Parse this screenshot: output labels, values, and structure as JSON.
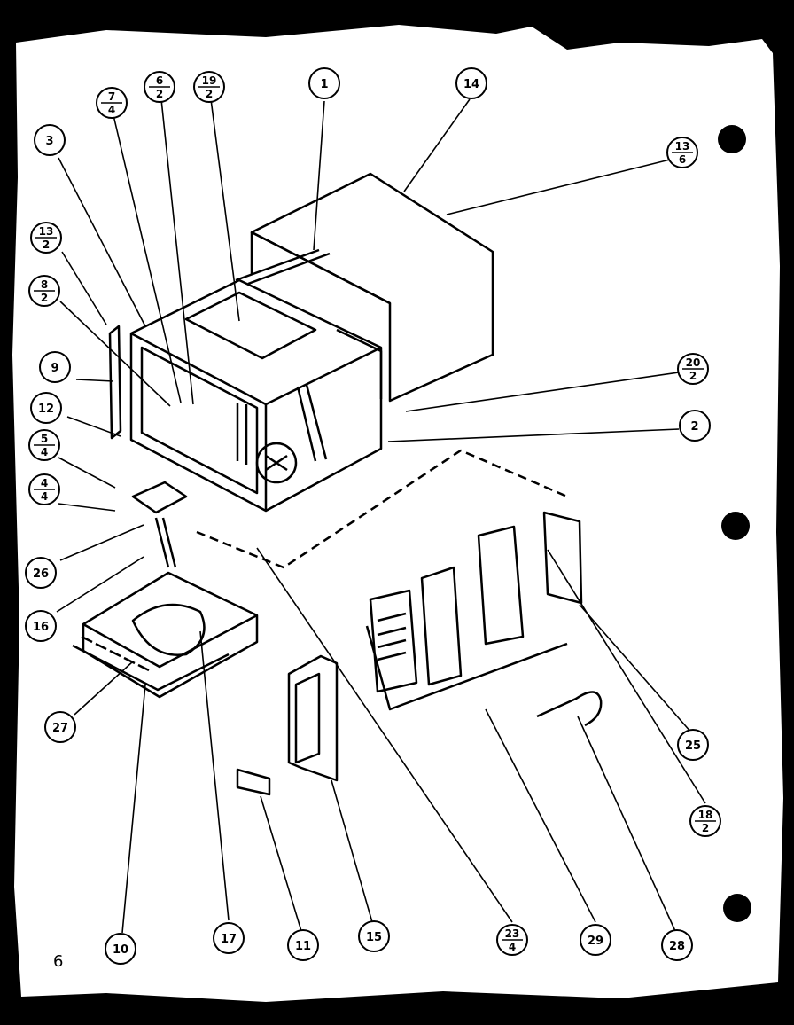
{
  "diagram": {
    "colors": {
      "paper": "#ffffff",
      "ink": "#000000"
    },
    "page_number": "6",
    "callouts": [
      {
        "id": "c1",
        "top": "1",
        "bottom": ""
      },
      {
        "id": "c14",
        "top": "14",
        "bottom": ""
      },
      {
        "id": "c3",
        "top": "3",
        "bottom": ""
      },
      {
        "id": "c7-4",
        "top": "7",
        "bottom": "4"
      },
      {
        "id": "c6-2",
        "top": "6",
        "bottom": "2"
      },
      {
        "id": "c19-2",
        "top": "19",
        "bottom": "2"
      },
      {
        "id": "c13-6",
        "top": "13",
        "bottom": "6"
      },
      {
        "id": "c13-2",
        "top": "13",
        "bottom": "2"
      },
      {
        "id": "c8-2",
        "top": "8",
        "bottom": "2"
      },
      {
        "id": "c9",
        "top": "9",
        "bottom": ""
      },
      {
        "id": "c12",
        "top": "12",
        "bottom": ""
      },
      {
        "id": "c5-4",
        "top": "5",
        "bottom": "4"
      },
      {
        "id": "c4-4",
        "top": "4",
        "bottom": "4"
      },
      {
        "id": "c26",
        "top": "26",
        "bottom": ""
      },
      {
        "id": "c16",
        "top": "16",
        "bottom": ""
      },
      {
        "id": "c27",
        "top": "27",
        "bottom": ""
      },
      {
        "id": "c20-2",
        "top": "20",
        "bottom": "2"
      },
      {
        "id": "c2",
        "top": "2",
        "bottom": ""
      },
      {
        "id": "c25",
        "top": "25",
        "bottom": ""
      },
      {
        "id": "c18-2",
        "top": "18",
        "bottom": "2"
      },
      {
        "id": "c10",
        "top": "10",
        "bottom": ""
      },
      {
        "id": "c17",
        "top": "17",
        "bottom": ""
      },
      {
        "id": "c11",
        "top": "11",
        "bottom": ""
      },
      {
        "id": "c15",
        "top": "15",
        "bottom": ""
      },
      {
        "id": "c23-4",
        "top": "23",
        "bottom": "4"
      },
      {
        "id": "c29",
        "top": "29",
        "bottom": ""
      },
      {
        "id": "c28",
        "top": "28",
        "bottom": ""
      }
    ]
  }
}
